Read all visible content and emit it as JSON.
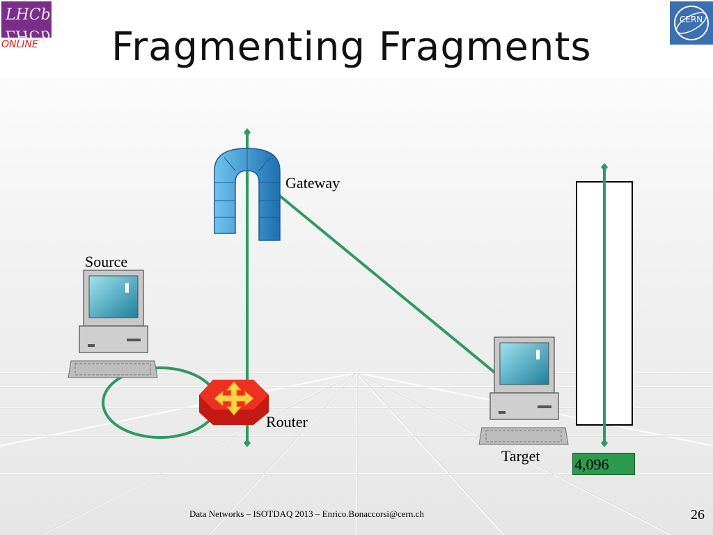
{
  "slide": {
    "title": "Fragmenting Fragments",
    "footer": "Data Networks – ISOTDAQ 2013 – Enrico.Bonaccorsi@cern.ch",
    "page_number": "26"
  },
  "logos": {
    "lhcb_top": "LHCb",
    "lhcb_bottom": "ONLINE",
    "cern": "CERN"
  },
  "diagram": {
    "nodes": {
      "source": "Source",
      "gateway": "Gateway",
      "router": "Router",
      "target": "Target"
    },
    "counter_value": "4,096"
  },
  "colors": {
    "link": "#2e9a60",
    "router": "#e8241c",
    "gateway": "#2f8fd0",
    "counter_bg": "#2e9a4e",
    "cern_blue": "#3a6fb0"
  },
  "icons": [
    "lhcb-online-logo-icon",
    "cern-logo-icon",
    "computer-icon",
    "gateway-arch-icon",
    "router-icon"
  ]
}
